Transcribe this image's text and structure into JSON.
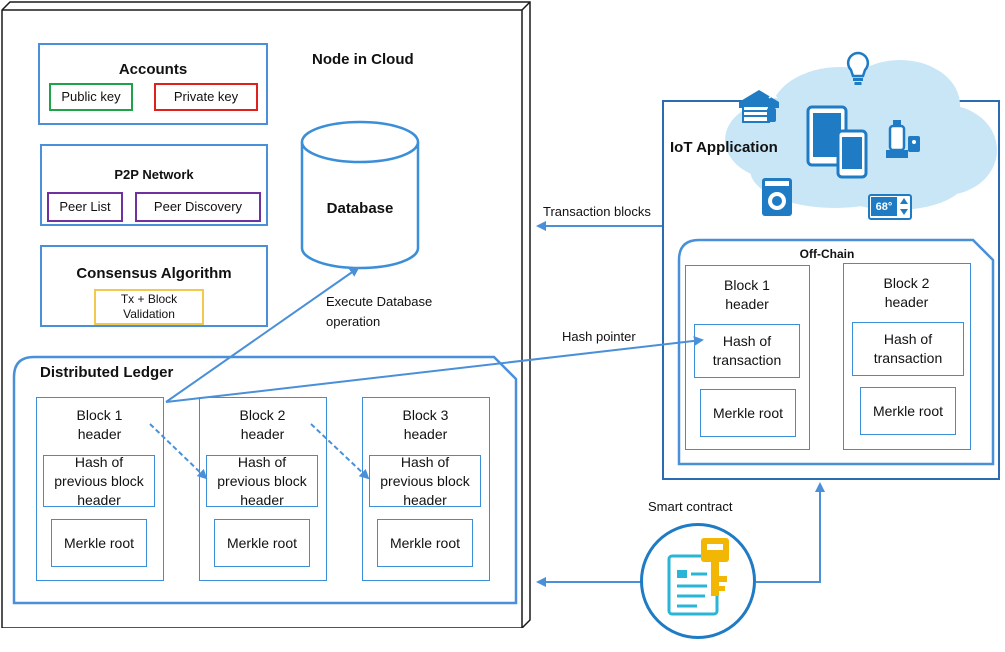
{
  "node": {
    "title": "Node in Cloud"
  },
  "accounts": {
    "title": "Accounts",
    "public_key": "Public key",
    "private_key": "Private key"
  },
  "p2p": {
    "title": "P2P Network",
    "peer_list": "Peer List",
    "peer_discovery": "Peer Discovery"
  },
  "consensus": {
    "title": "Consensus Algorithm",
    "validation_line1": "Tx + Block",
    "validation_line2": "Validation"
  },
  "database": {
    "label": "Database"
  },
  "ledger": {
    "title": "Distributed Ledger",
    "blocks": [
      {
        "header": "Block 1\nheader",
        "hash": "Hash of\nprevious block\nheader",
        "merkle": "Merkle root"
      },
      {
        "header": "Block 2\nheader",
        "hash": "Hash of\nprevious block\nheader",
        "merkle": "Merkle root"
      },
      {
        "header": "Block 3\nheader",
        "hash": "Hash of\nprevious block\nheader",
        "merkle": "Merkle root"
      }
    ]
  },
  "iot": {
    "title": "IoT Application",
    "thermostat": "68°",
    "offchain": {
      "title": "Off-Chain",
      "blocks": [
        {
          "header": "Block 1\nheader",
          "hash": "Hash of\ntransaction",
          "merkle": "Merkle root"
        },
        {
          "header": "Block 2\nheader",
          "hash": "Hash of\ntransaction",
          "merkle": "Merkle root"
        }
      ]
    }
  },
  "labels": {
    "execute_db": "Execute Database\noperation",
    "transaction_blocks": "Transaction blocks",
    "hash_pointer": "Hash pointer",
    "smart_contract": "Smart contract"
  },
  "colors": {
    "frame_blue": "#4a90d9",
    "arrow_blue": "#4a90d9",
    "public_key_border": "#1fa34a",
    "private_key_border": "#e0201c",
    "peer_border": "#7030a0",
    "validation_border": "#f2c94c",
    "cloud": "#c9e6f7",
    "device_blue": "#1e7bc4",
    "key_gold": "#f2b705"
  }
}
